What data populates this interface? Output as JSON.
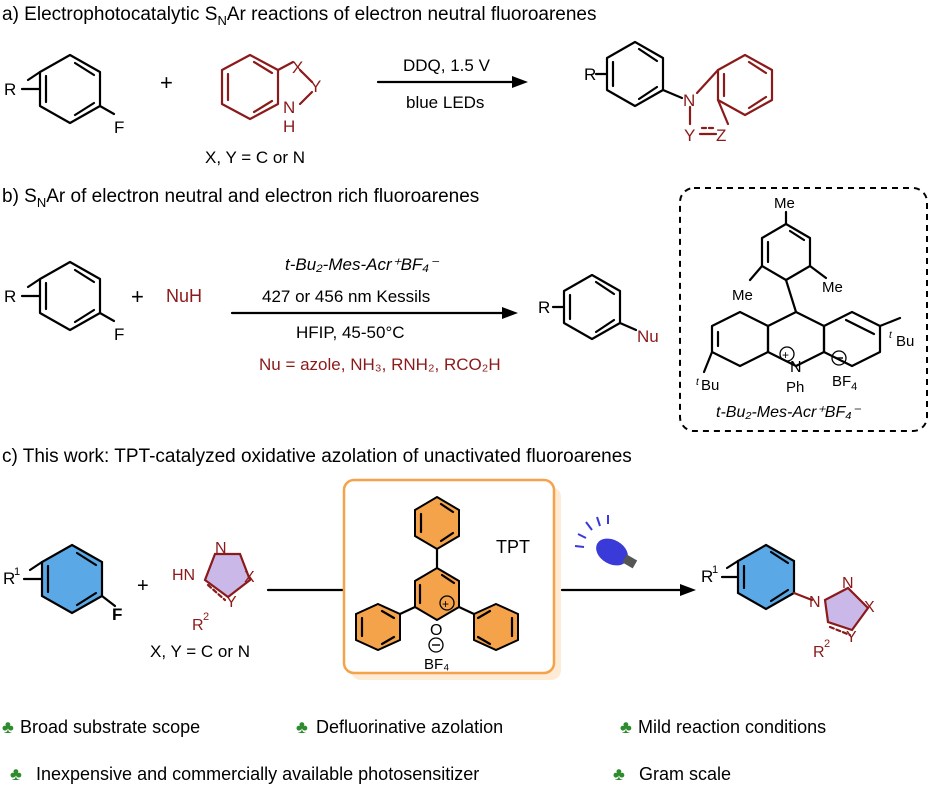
{
  "section_a": {
    "prefix": "a) Electrophotocatalytic S",
    "sub": "N",
    "suffix": "Ar reactions of electron neutral fluoroarenes",
    "condition_top": "DDQ, 1.5 V",
    "condition_bottom": "blue LEDs",
    "xy_note": "X, Y = C or N"
  },
  "section_b": {
    "prefix": "b) S",
    "sub": "N",
    "suffix": "Ar of electron neutral and electron rich fluoroarenes",
    "nucleophile": "NuH",
    "cond1": "t-Bu₂-Mes-Acr⁺BF₄⁻",
    "cond2": "427 or 456 nm Kessils",
    "cond3": "HFIP, 45-50°C",
    "cond4": "Nu = azole, NH₃,  RNH₂, RCO₂H",
    "product_label": "Nu",
    "catalyst_label": "t-Bu₂-Mes-Acr⁺BF₄⁻"
  },
  "section_c": {
    "title": "c) This work: TPT-catalyzed oxidative azolation of unactivated fluoroarenes",
    "catalyst_name": "TPT",
    "xy_note": "X, Y = C or N",
    "counterion": "BF₄"
  },
  "atoms": {
    "F": "F",
    "R": "R",
    "R1": "R",
    "sup1": "1",
    "R2": "R",
    "sup2": "2",
    "X": "X",
    "Y": "Y",
    "Z": "Z",
    "N": "N",
    "H": "H",
    "HN": "HN",
    "Me": "Me",
    "tBu": "Bu",
    "t": "t",
    "Ph": "Ph",
    "O": "O",
    "plus": "+"
  },
  "features": [
    "Broad substrate scope",
    "Defluorinative azolation",
    "Mild reaction conditions",
    "Inexpensive and commercially available photosensitizer",
    "Gram scale"
  ],
  "colors": {
    "accent_red": "#8b1a1a",
    "arene_blue": "#5aa9e6",
    "tpt_orange": "#f5a34a",
    "azole_purple": "#c9b8e8",
    "club_green": "#2e8b2e"
  }
}
